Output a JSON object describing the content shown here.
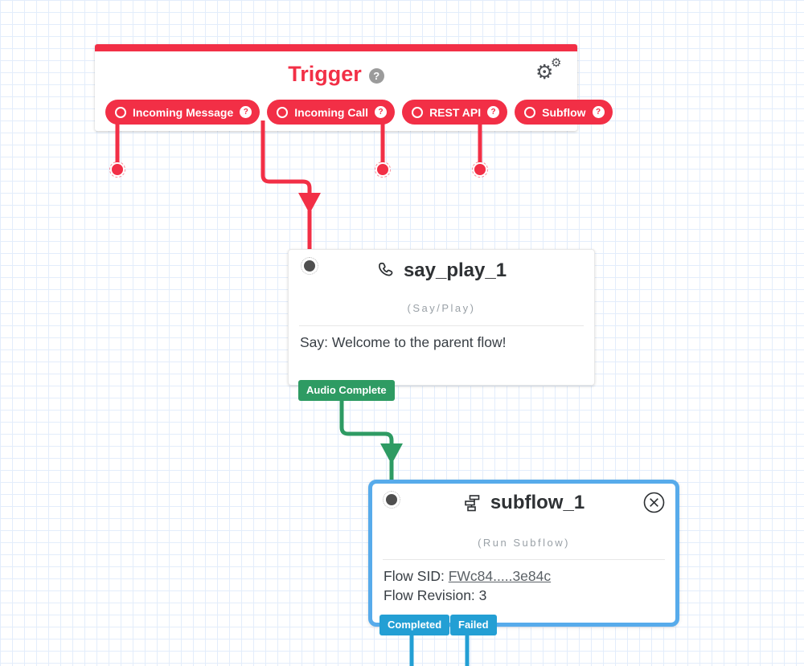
{
  "colors": {
    "red": "#F22F46",
    "green": "#2E9B63",
    "blue_badge": "#239FD4",
    "selection_blue": "#57ABEB",
    "grid_line": "#e3edfb"
  },
  "icons": {
    "gear_glyph": "⚙",
    "help_glyph": "?"
  },
  "trigger": {
    "title": "Trigger",
    "pills": [
      {
        "label": "Incoming Message"
      },
      {
        "label": "Incoming Call"
      },
      {
        "label": "REST API"
      },
      {
        "label": "Subflow"
      }
    ]
  },
  "widgets": {
    "say_play": {
      "title": "say_play_1",
      "type_label": "(Say/Play)",
      "body": "Say: Welcome to the parent flow!",
      "transition": "Audio Complete"
    },
    "subflow": {
      "title": "subflow_1",
      "type_label": "(Run Subflow)",
      "flow_sid_label": "Flow SID: ",
      "flow_sid_value": "FWc84.....3e84c",
      "flow_revision": "Flow Revision: 3",
      "transitions": [
        "Completed",
        "Failed"
      ]
    }
  }
}
